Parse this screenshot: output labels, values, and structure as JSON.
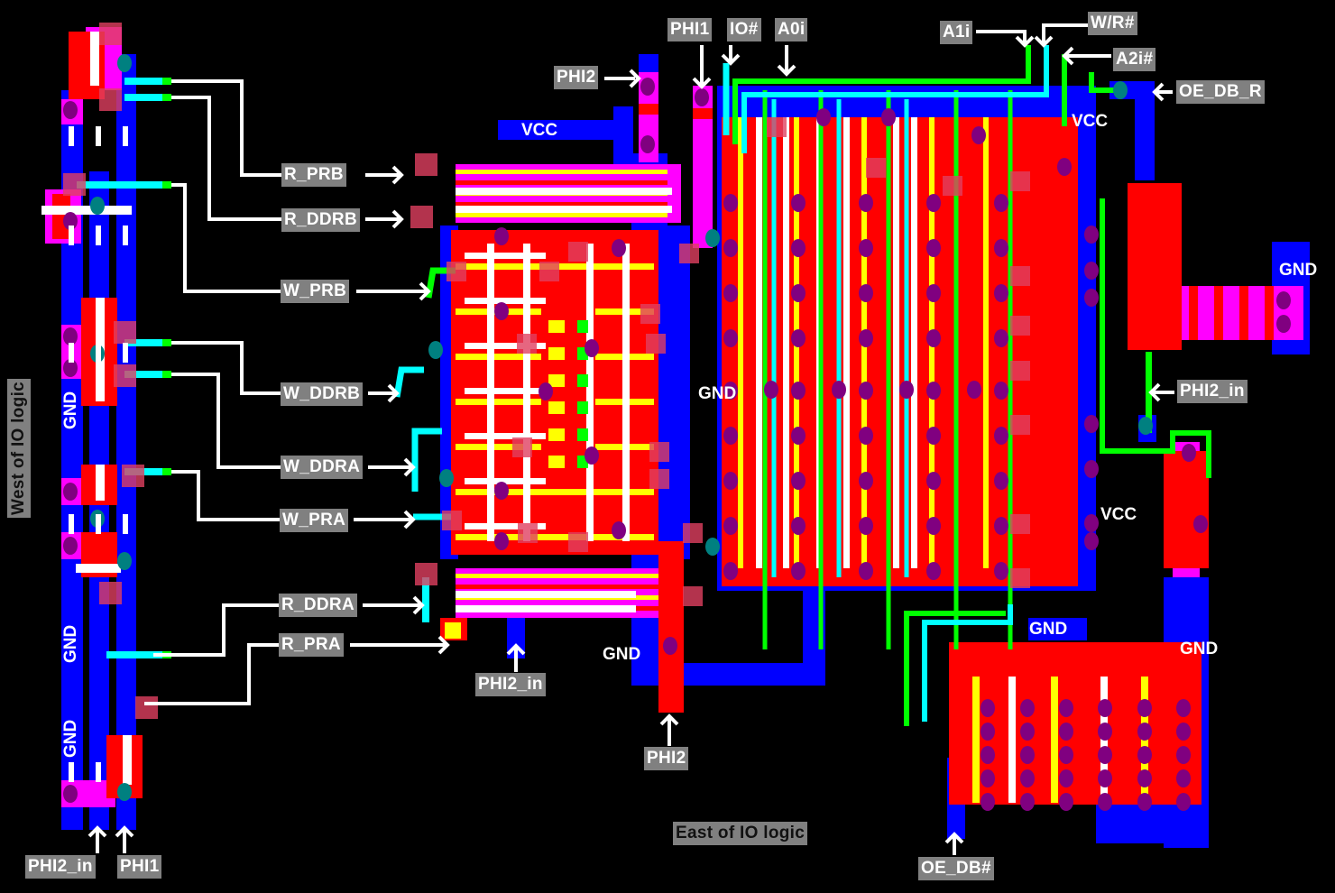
{
  "diagram": {
    "title": "IO logic cell layout",
    "colors": {
      "background": "#000000",
      "metal": "#0000ff",
      "diffusion": "#ff00ff",
      "poly": "#ff0000",
      "poly_overlap": "#ffff00",
      "buried": "#ffffff",
      "interconnect_a": "#00ff00",
      "interconnect_b": "#00ffff",
      "contact": "#800080",
      "via": "#008080",
      "label_bg": "#808080"
    },
    "region_labels": {
      "west": "West of IO logic",
      "east": "East of IO logic"
    },
    "signal_labels": {
      "phi2_top": "PHI2",
      "phi1_top": "PHI1",
      "io_n": "IO#",
      "a0i": "A0i",
      "a1i": "A1i",
      "w_r_n": "W/R#",
      "a2i_n": "A2i#",
      "oe_db_r": "OE_DB_R",
      "r_prb": "R_PRB",
      "r_ddrb": "R_DDRB",
      "w_prb": "W_PRB",
      "w_ddrb": "W_DDRB",
      "w_ddra": "W_DDRA",
      "w_pra": "W_PRA",
      "r_ddra": "R_DDRA",
      "r_pra": "R_PRA",
      "phi2_in_mid": "PHI2_in",
      "phi2_bottom": "PHI2",
      "phi2_in_right": "PHI2_in",
      "oe_db_n": "OE_DB#",
      "phi2_in_left": "PHI2_in",
      "phi1_left": "PHI1"
    },
    "net_labels": {
      "vcc_top": "VCC",
      "vcc_right": "VCC",
      "vcc_lower": "VCC",
      "gnd_right": "GND",
      "gnd_center": "GND",
      "gnd_bottom_left": "GND",
      "gnd_bottom_mid": "GND",
      "gnd_bottom_right": "GND",
      "gnd_west_1": "GND",
      "gnd_west_2": "GND",
      "gnd_west_3": "GND"
    }
  }
}
